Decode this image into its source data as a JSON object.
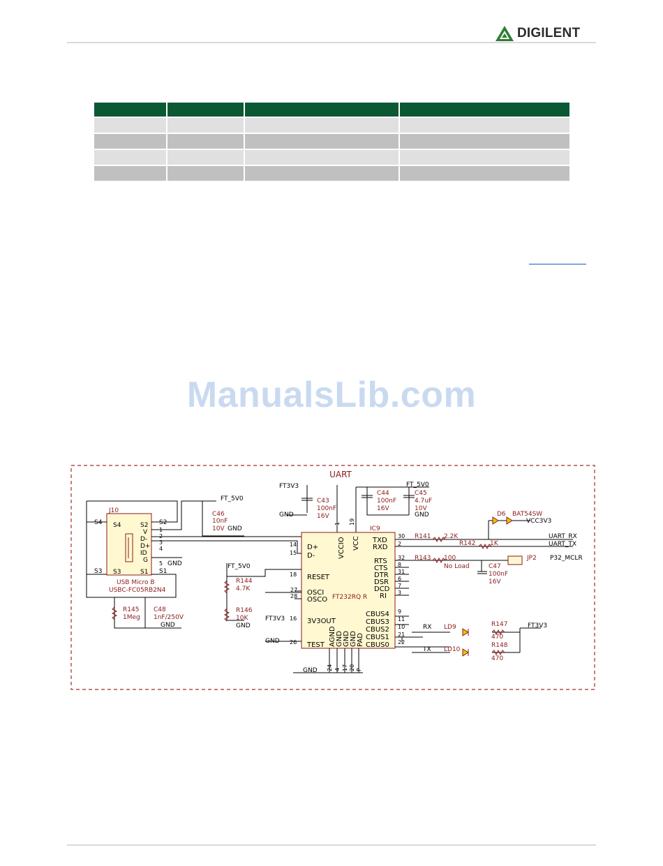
{
  "header": {
    "brand": "DIGILENT",
    "brand_color": "#2e7d32"
  },
  "watermark": {
    "text": "ManualsLib.com"
  },
  "schematic": {
    "title": "UART",
    "labels": {
      "ft3v3_top": "FT3V3",
      "gnd_top": "GND",
      "c43": "C43",
      "c43_val": "100nF",
      "c43_volt": "16V",
      "ft5v0_top": "FT_5V0",
      "c44": "C44",
      "c44_val": "100nF",
      "c44_volt": "16V",
      "c45": "C45",
      "c45_val": "4.7uF",
      "c45_volt": "10V",
      "gnd_c45": "GND",
      "d6": "D6",
      "d6_part": "BAT54SW",
      "vcc3v3": "VCC3V3",
      "ft5v0_c46": "FT_5V0",
      "c46": "C46",
      "c46_val": "10nF",
      "c46_volt": "10V",
      "gnd_c46": "GND",
      "j10": "J10",
      "j10_s4": "S4",
      "j10_s2": "S2",
      "j10_v": "V",
      "j10_dm": "D-",
      "j10_dp": "D+",
      "j10_id": "ID",
      "j10_g": "G",
      "j10_s3": "S3",
      "j10_s1": "S1",
      "j10_pin1": "1",
      "j10_pin2": "2",
      "j10_pin3": "3",
      "j10_pin4": "4",
      "j10_pin5": "5",
      "gnd_j10": "GND",
      "s4_out": "S4",
      "s2_out": "S2",
      "s3_out": "S3",
      "s1_out": "S1",
      "usb_name": "USB Micro B",
      "usb_part": "USBC-FC05RB2N4",
      "r145": "R145",
      "r145_val": "1Meg",
      "c48": "C48",
      "c48_val": "1nF/250V",
      "gnd_c48": "GND",
      "ft5v0_r144": "FT_5V0",
      "r144": "R144",
      "r144_val": "4.7K",
      "r146": "R146",
      "r146_val": "10K",
      "gnd_r146": "GND",
      "ft3v3_left": "FT3V3",
      "gnd_left": "GND",
      "ic9": "IC9",
      "ic9_part": "FT232RQ R",
      "pin_dp": "D+",
      "pin_dm": "D-",
      "pin_vccio": "VCCIO",
      "pin_vcc": "VCC",
      "pin_reset": "RESET",
      "pin_osci": "OSCI",
      "pin_osco": "OSCO",
      "pin_3v3out": "3V3OUT",
      "pin_test": "TEST",
      "pin_txd": "TXD",
      "pin_rxd": "RXD",
      "pin_rts": "RTS",
      "pin_cts": "CTS",
      "pin_dtr": "DTR",
      "pin_dsr": "DSR",
      "pin_dcd": "DCD",
      "pin_ri": "RI",
      "pin_cbus4": "CBUS4",
      "pin_cbus3": "CBUS3",
      "pin_cbus2": "CBUS2",
      "pin_cbus1": "CBUS1",
      "pin_cbus0": "CBUS0",
      "pin_agnd": "AGND",
      "pin_gnd1": "GND",
      "pin_gnd2": "GND",
      "pin_gnd3": "GND",
      "pin_pad": "PAD",
      "n14": "14",
      "n15": "15",
      "n18": "18",
      "n27": "27",
      "n28": "28",
      "n16": "16",
      "n26": "26",
      "n19": "19",
      "n1": "1",
      "n30": "30",
      "n2": "2",
      "n32": "32",
      "n8": "8",
      "n31": "31",
      "n6": "6",
      "n7": "7",
      "n3": "3",
      "n9": "9",
      "n11": "11",
      "n10": "10",
      "n21": "21",
      "n22": "22",
      "n24": "24",
      "n4": "4",
      "n17": "17",
      "n20": "20",
      "np": "P",
      "gnd_bottom": "GND",
      "r141": "R141",
      "r141_val": "2.2K",
      "r142": "R142",
      "r142_val": "1K",
      "uart_rx": "UART_RX",
      "uart_tx": "UART_TX",
      "r143": "R143",
      "r143_val": "100",
      "no_load": "No Load",
      "c47": "C47",
      "c47_val": "100nF",
      "c47_volt": "16V",
      "jp2": "JP2",
      "p32_mclr": "P32_MCLR",
      "rx": "RX",
      "ld9": "LD9",
      "r147": "R147",
      "r147_val": "470",
      "ft3v3_led": "FT3V3",
      "tx": "TX",
      "ld10": "LD10",
      "r148": "R148",
      "r148_val": "470"
    }
  }
}
